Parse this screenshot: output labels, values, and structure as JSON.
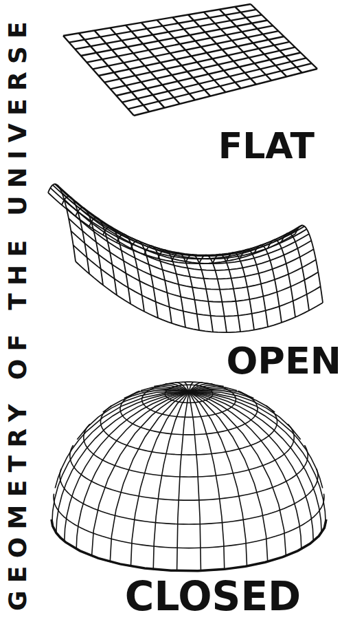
{
  "diagram": {
    "title": "GEOMETRY OF THE UNIVERSE",
    "labels": [
      "FLAT",
      "OPEN",
      "CLOSED"
    ]
  }
}
